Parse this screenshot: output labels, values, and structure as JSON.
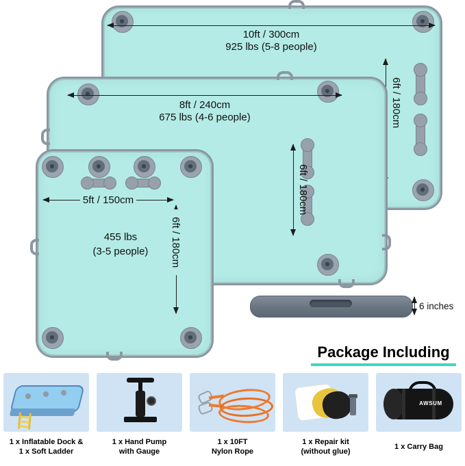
{
  "annotations": {
    "large": {
      "width": "10ft / 300cm",
      "capacity": "925 lbs (5-8 people)",
      "height": "6ft / 180cm"
    },
    "medium": {
      "width": "8ft / 240cm",
      "capacity": "675 lbs (4-6 people)",
      "height": "6ft / 180cm"
    },
    "small": {
      "width": "5ft / 150cm",
      "capacity_line1": "455 lbs",
      "capacity_line2": "(3-5 people)",
      "height": "6ft / 180cm"
    },
    "side_view": {
      "thickness": "6 inches"
    }
  },
  "package": {
    "title": "Package Including",
    "items": [
      {
        "name": "inflatable-dock-and-ladder",
        "line1": "1 x Inflatable Dock &",
        "line2": "1 x Soft Ladder"
      },
      {
        "name": "hand-pump",
        "line1": "1 x Hand Pump",
        "line2": "with Gauge"
      },
      {
        "name": "nylon-rope",
        "line1": "1 x 10FT",
        "line2": "Nylon Rope"
      },
      {
        "name": "repair-kit",
        "line1": "1 x Repair kit",
        "line2": "(without glue)"
      },
      {
        "name": "carry-bag",
        "line1": "1 x Carry Bag",
        "line2": ""
      }
    ],
    "carry_bag_brand": "AWSUM"
  },
  "icons": {
    "valve": "concentric-gray-circles",
    "grab_handle": "gray-dumbbell-capsule",
    "d_ring_handle": "gray-half-ring",
    "dimension_arrow": "black-double-headed-arrow"
  },
  "colors": {
    "dock_fill": "#b4ebe6",
    "dock_border": "#8b97a1",
    "accent": "#3fd6c5",
    "thumb_bg": "#cfe3f4"
  }
}
